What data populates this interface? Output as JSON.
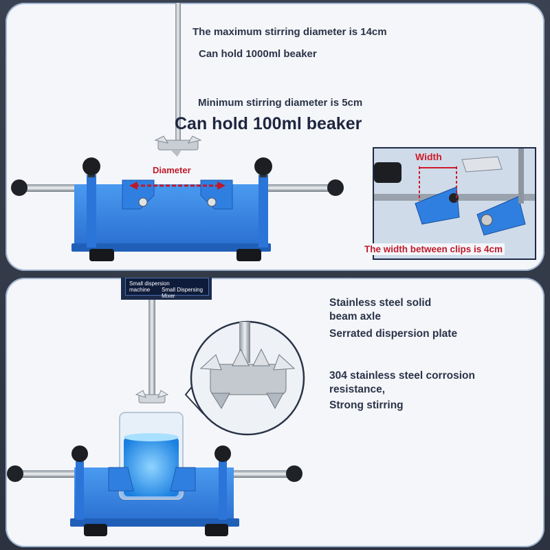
{
  "top_panel": {
    "max_diameter": "The maximum stirring diameter is 14cm",
    "max_beaker": "Can hold 1000ml beaker",
    "min_diameter": "Minimum stirring diameter is 5cm",
    "min_beaker": "Can hold 100ml beaker",
    "diameter_label": "Diameter",
    "inset_width_label": "Width",
    "clip_caption": "The width between clips is 4cm"
  },
  "bottom_panel": {
    "device_label_line1": "Small dispersion",
    "device_label_line2": "machine",
    "device_label_line3": "Small Dispersing Mixer",
    "feature1_line1": "Stainless steel solid",
    "feature1_line2": "beam axle",
    "feature2": "Serrated dispersion plate",
    "feature3_line1": "304 stainless steel corrosion",
    "feature3_line2": "resistance,",
    "feature3_line3": "Strong stirring"
  },
  "colors": {
    "base_blue": "#2f7fe0",
    "liquid_blue": "#2aa0f0",
    "accent_red": "#c0192b",
    "text_dark": "#2a3348"
  }
}
